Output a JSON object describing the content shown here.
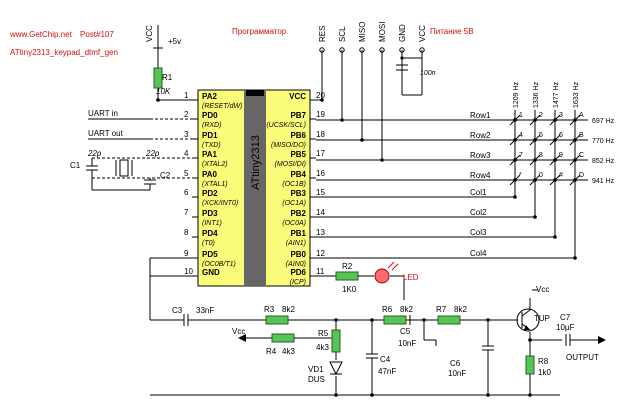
{
  "header": {
    "site": "www.GetChip.net",
    "post": "Post#107",
    "project": "ATtiny2313_keypad_dtmf_gen"
  },
  "supply": {
    "vcc_top": "VCC",
    "plus5v": "+5v",
    "programmer": "Программатор",
    "power_label": "Питание 5В",
    "prog_pins": [
      "RES",
      "SCL",
      "MISO",
      "MOSI",
      "GND",
      "VCC"
    ],
    "cap_100n": "100n"
  },
  "mcu": {
    "name": "ATtiny2313",
    "left_pins": [
      {
        "num": "1",
        "name": "PA2",
        "alt": "(RESET/dW)"
      },
      {
        "num": "2",
        "name": "PD0",
        "alt": "(RXD)"
      },
      {
        "num": "3",
        "name": "PD1",
        "alt": "(TXD)"
      },
      {
        "num": "4",
        "name": "PA1",
        "alt": "(XTAL2)"
      },
      {
        "num": "5",
        "name": "PA0",
        "alt": "(XTAL1)"
      },
      {
        "num": "6",
        "name": "PD2",
        "alt": "(XCK/INT0)"
      },
      {
        "num": "7",
        "name": "PD3",
        "alt": "(INT1)"
      },
      {
        "num": "8",
        "name": "PD4",
        "alt": "(T0)"
      },
      {
        "num": "9",
        "name": "PD5",
        "alt": "(OC0B/T1)"
      },
      {
        "num": "10",
        "name": "GND",
        "alt": ""
      }
    ],
    "right_pins": [
      {
        "num": "20",
        "name": "VCC",
        "alt": ""
      },
      {
        "num": "19",
        "name": "PB7",
        "alt": "(UCSK/SCL)"
      },
      {
        "num": "18",
        "name": "PB6",
        "alt": "(MISO/DO)"
      },
      {
        "num": "17",
        "name": "PB5",
        "alt": "(MOSI/DI)"
      },
      {
        "num": "16",
        "name": "PB4",
        "alt": "(OC1B)"
      },
      {
        "num": "15",
        "name": "PB3",
        "alt": "(OC1A)"
      },
      {
        "num": "14",
        "name": "PB2",
        "alt": "(OC0A)"
      },
      {
        "num": "13",
        "name": "PB1",
        "alt": "(AIN1)"
      },
      {
        "num": "12",
        "name": "PB0",
        "alt": "(AIN0)"
      },
      {
        "num": "11",
        "name": "PD6",
        "alt": "(ICP)"
      }
    ]
  },
  "left_side": {
    "r1": "R1",
    "r1_val": "10K",
    "uart_in": "UART in",
    "uart_out": "UART out",
    "c1": "C1",
    "c2": "C2",
    "c1_val": "22p",
    "c2_val": "22p"
  },
  "keypad": {
    "col_freqs": [
      "1209 Hz",
      "1336 Hz",
      "1477 Hz",
      "1633 Hz"
    ],
    "row_freqs": [
      "697 Hz",
      "770 Hz",
      "852 Hz",
      "941 Hz"
    ],
    "rows": [
      "Row1",
      "Row2",
      "Row3",
      "Row4"
    ],
    "cols": [
      "Col1",
      "Col2",
      "Col3",
      "Col4"
    ],
    "keys": [
      [
        "1",
        "2",
        "3",
        "A"
      ],
      [
        "4",
        "5",
        "6",
        "B"
      ],
      [
        "7",
        "8",
        "9",
        "C"
      ],
      [
        "*",
        "0",
        "#",
        "D"
      ]
    ]
  },
  "output_stage": {
    "r2": "R2",
    "r2_val": "1K0",
    "led": "LED",
    "c3": "C3",
    "c3_val": "33nF",
    "r3": "R3",
    "r3_val": "8k2",
    "r4": "R4",
    "r4_val": "4k3",
    "r5": "R5",
    "r5_val": "4k3",
    "vcc_r4": "Vcc",
    "vd1": "VD1",
    "dus": "DUS",
    "c4": "C4",
    "c4_val": "47nF",
    "r6": "R6",
    "r6_val": "8k2",
    "c5": "C5",
    "c5_val": "10nF",
    "r7": "R7",
    "r7_val": "8k2",
    "c6": "C6",
    "c6_val": "10nF",
    "vcc_tr": "Vcc",
    "tup": "TUP",
    "c7": "C7",
    "c7_val": "10µF",
    "r8": "R8",
    "r8_val": "1k0",
    "output": "OUTPUT"
  }
}
